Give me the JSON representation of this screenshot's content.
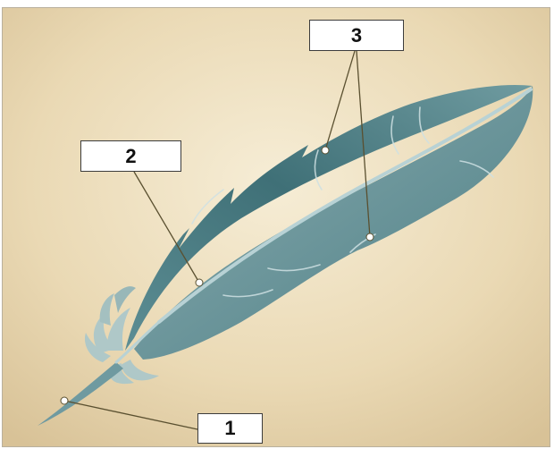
{
  "labels": {
    "label_1": "1",
    "label_2": "2",
    "label_3": "3"
  },
  "colors": {
    "background_center": "#f6edd6",
    "background_edge": "#dcc89e",
    "feather_dark": "#3d6e74",
    "feather_mid": "#6e9aa0",
    "feather_light": "#a9c7cb",
    "shaft": "#b8d2d5",
    "leader_line": "#5a5030",
    "marker_fill": "#ffffff"
  }
}
